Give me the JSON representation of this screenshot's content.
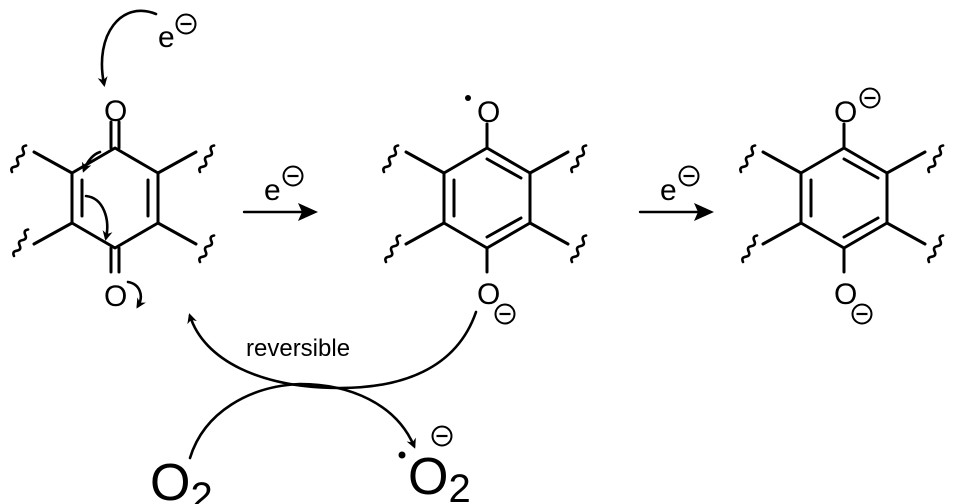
{
  "labels": {
    "oxygen": "O",
    "electron": "e",
    "reversible": "reversible",
    "dioxygen": "O",
    "dioxygen_subscript": "2",
    "superoxide": "O",
    "superoxide_subscript": "2"
  },
  "icons": [
    "minus-charge-icon",
    "radical-dot-icon",
    "wavy-bond-icon",
    "curved-arrow-icon",
    "reaction-arrow-icon"
  ]
}
